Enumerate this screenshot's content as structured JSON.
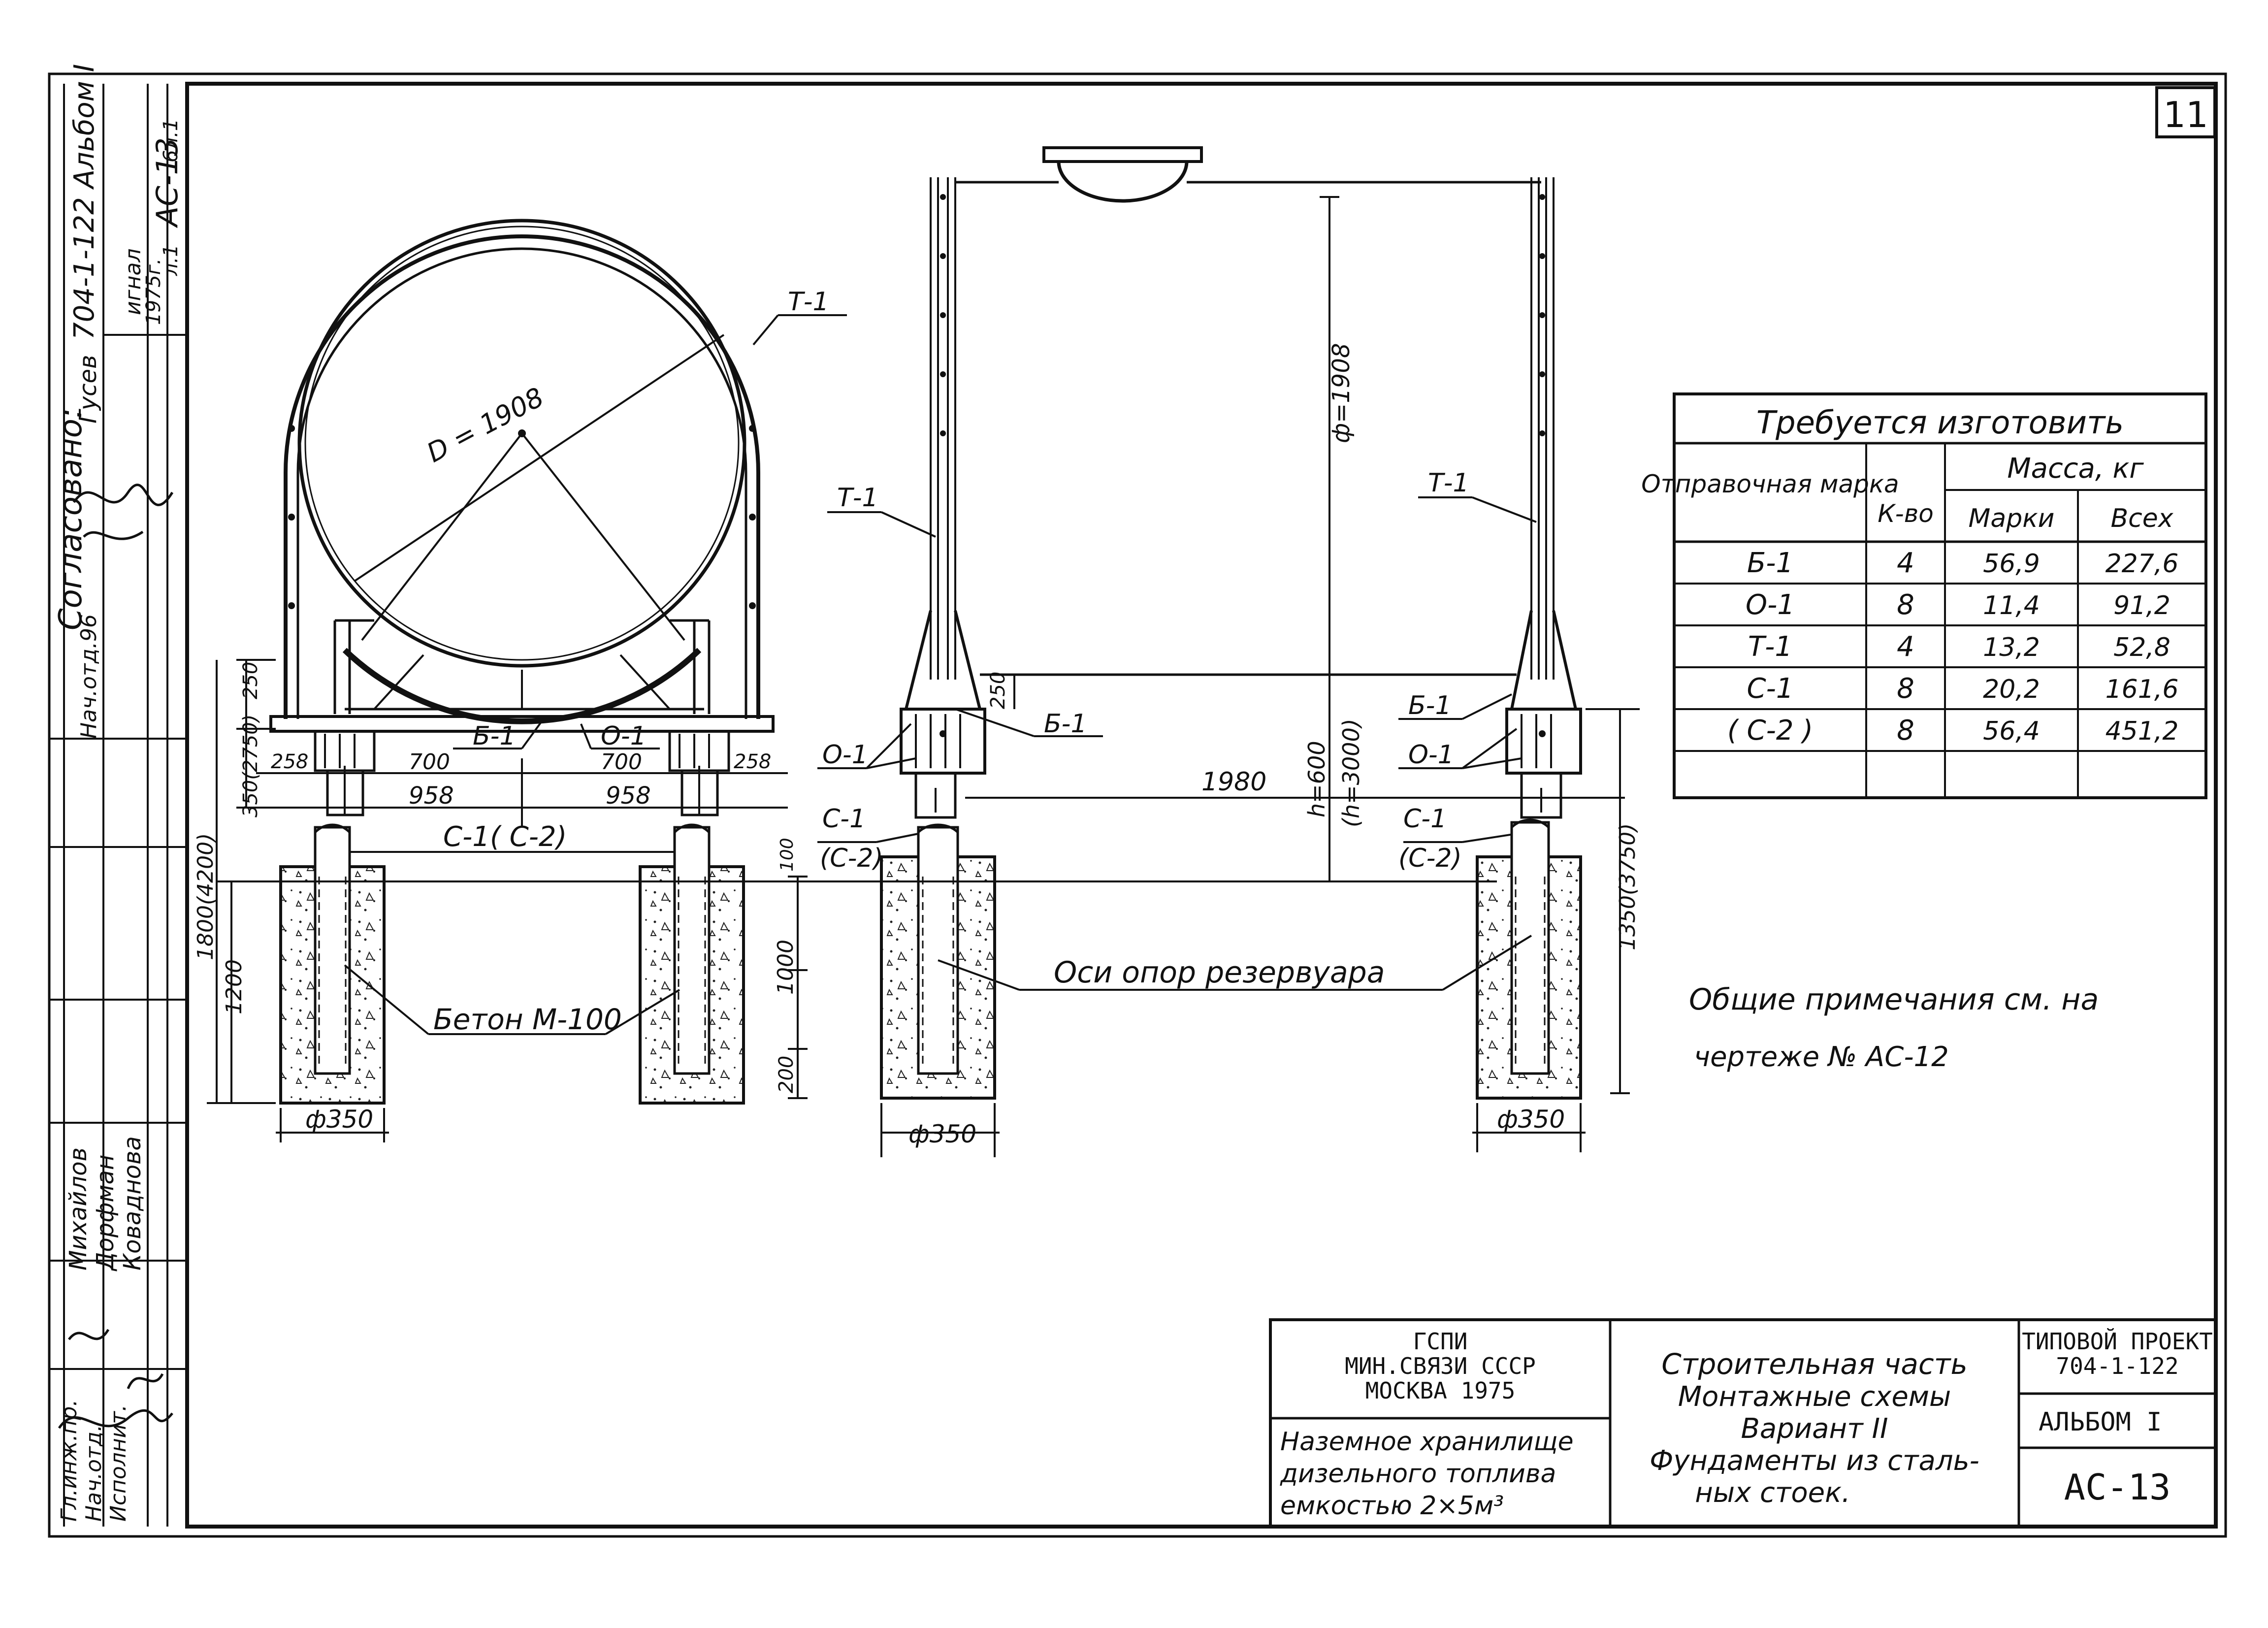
{
  "sheet": {
    "number": "11",
    "side_stamp": {
      "project": "704-1-122 Альбом I",
      "code": "АС-13",
      "date": "1975г.",
      "page_label": "л.1",
      "sheets": "6л.1",
      "agreed": "Согласовано:",
      "agreed_role": "Нач.отд.96",
      "agreed_name": "Гусев",
      "original": "игнал"
    },
    "side_sign": {
      "roles": [
        "Гл.инж.пр.",
        "Нач.отд.",
        "Исполнит."
      ],
      "names": [
        "Михайлов",
        "Дорфман",
        "Коваднова"
      ]
    }
  },
  "drawing": {
    "labels": {
      "D": "D = 1908",
      "t1": "Т-1",
      "b1": "Б-1",
      "o1": "О-1",
      "c1c2": "С-1( С-2)",
      "c1": "С-1",
      "c2": "(С-2)",
      "phi": "ф=1908",
      "beton": "Бетон М-100",
      "axes": "Оси опор резервуара",
      "h600": "h=600",
      "h3000": "(h=3000)"
    },
    "dims": {
      "d250": "250",
      "d258": "258",
      "d700": "700",
      "d958": "958",
      "d1980": "1980",
      "d350_2750": "350(2750)",
      "d1800_4200": "1800(4200)",
      "d1200": "1200",
      "d100": "100",
      "d1000": "1000",
      "d200": "200",
      "d1350_3750": "1350(3750)",
      "phi350": "ф350"
    }
  },
  "schedule": {
    "title": "Требуется изготовить",
    "headers": {
      "mark": "Отправочная марка",
      "qty": "К-во",
      "mass": "Масса, кг",
      "mass_each": "Марки",
      "mass_total": "Всех"
    },
    "rows": [
      {
        "mark": "Б-1",
        "qty": "4",
        "each": "56,9",
        "total": "227,6"
      },
      {
        "mark": "О-1",
        "qty": "8",
        "each": "11,4",
        "total": "91,2"
      },
      {
        "mark": "Т-1",
        "qty": "4",
        "each": "13,2",
        "total": "52,8"
      },
      {
        "mark": "С-1",
        "qty": "8",
        "each": "20,2",
        "total": "161,6"
      },
      {
        "mark": "( С-2 )",
        "qty": "8",
        "each": "56,4",
        "total": "451,2"
      }
    ]
  },
  "notes": {
    "line1": "Общие примечания см. на",
    "line2": "чертеже № АС-12"
  },
  "title_block": {
    "org1": "ГСПИ",
    "org2": "МИН.СВЯЗИ СССР",
    "org3": "МОСКВА 1975",
    "object1": "Наземное хранилище",
    "object2": "дизельного топлива",
    "object3": "емкостью 2×5м³",
    "content1": "Строительная часть",
    "content2": "Монтажные схемы",
    "content3": "Вариант II",
    "content4": "Фундаменты из сталь-",
    "content5": "ных стоек.",
    "proj1": "ТИПОВОЙ ПРОЕКТ",
    "proj2": "704-1-122",
    "album": "АЛЬБОМ I",
    "code": "АС-13"
  }
}
